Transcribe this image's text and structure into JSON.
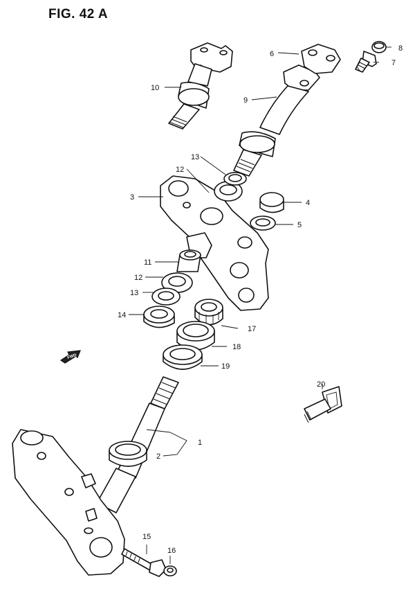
{
  "figure": {
    "title": "FIG. 42 A"
  },
  "fwd_label": "FWD",
  "callouts": {
    "p1": "1",
    "p2": "2",
    "p3": "3",
    "p4": "4",
    "p5": "5",
    "p6": "6",
    "p7": "7",
    "p8": "8",
    "p9": "9",
    "p10": "10",
    "p11": "11",
    "p12a": "12",
    "p12b": "12",
    "p13a": "13",
    "p13b": "13",
    "p14": "14",
    "p15": "15",
    "p16": "16",
    "p17": "17",
    "p18": "18",
    "p19": "19",
    "p20": "20"
  }
}
